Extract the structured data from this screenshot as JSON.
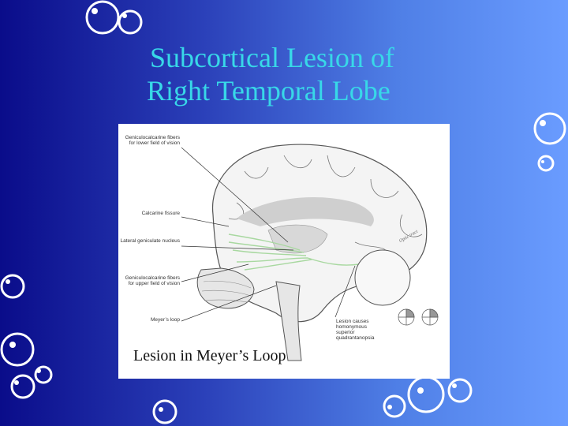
{
  "slide": {
    "title_line1": "Subcortical Lesion of",
    "title_line2": "Right Temporal Lobe",
    "caption": "Lesion in Meyer’s Loop"
  },
  "figure": {
    "labels": {
      "geniculocalcarine_lower": "Geniculocalcarine fibers for lower field of vision",
      "calcarine_fissure": "Calcarine fissure",
      "lateral_geniculate": "Lateral geniculate nucleus",
      "geniculocalcarine_upper": "Geniculocalcarine fibers for upper field of vision",
      "meyers_loop": "Meyer’s loop",
      "lesion_result": "Lesion causes homonymous superior quadrantanopsia",
      "optic_tract": "Optic tract"
    }
  },
  "colors": {
    "title": "#38d8e8",
    "bg_left": "#0a0c8a",
    "bg_right": "#6a9cff"
  }
}
